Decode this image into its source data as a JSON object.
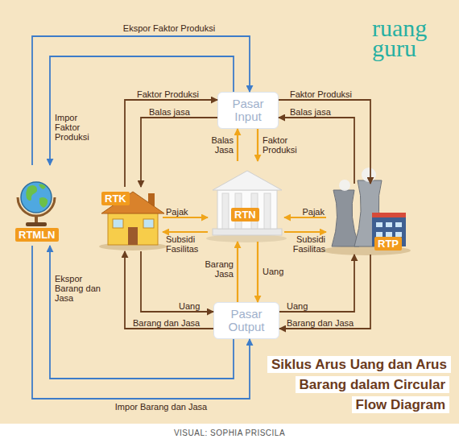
{
  "diagram": {
    "title": "Siklus Arus Uang dan Arus Barang dalam Circular Flow Diagram",
    "caption": "VISUAL: SOPHIA PRISCILA",
    "nodes": [
      {
        "text": [
          "Pasar Input"
        ]
      },
      {
        "text": [
          "RTMLN"
        ]
      },
      {
        "text": [
          "RTK"
        ]
      },
      {
        "text": [
          "RTN"
        ]
      },
      {
        "text": [
          "RTP"
        ]
      },
      {
        "text": [
          "Pasar Output"
        ]
      }
    ],
    "edges": [
      {
        "from": 1,
        "to": 0,
        "label": "Ekspor Faktor Produksi",
        "arrow": "to"
      },
      {
        "from": 0,
        "to": 1,
        "label": "Impor Faktor Produksi",
        "arrow": "to"
      },
      {
        "from": 2,
        "to": 0,
        "label": "Faktor Produksi",
        "arrow": "to"
      },
      {
        "from": 0,
        "to": 2,
        "label": "Balas jasa",
        "arrow": "to"
      },
      {
        "from": 0,
        "to": 4,
        "label": "Faktor Produksi",
        "arrow": "to"
      },
      {
        "from": 4,
        "to": 0,
        "label": "Balas jasa",
        "arrow": "to"
      },
      {
        "from": 3,
        "to": 0,
        "label": "Balas Jasa",
        "arrow": "to"
      },
      {
        "from": 0,
        "to": 3,
        "label": "Faktor Produksi",
        "arrow": "to"
      },
      {
        "from": 2,
        "to": 3,
        "label": "Pajak",
        "arrow": "to"
      },
      {
        "from": 3,
        "to": 2,
        "label": "Subsidi Fasilitas",
        "arrow": "to"
      },
      {
        "from": 4,
        "to": 3,
        "label": "Pajak",
        "arrow": "to"
      },
      {
        "from": 3,
        "to": 4,
        "label": "Subsidi Fasilitas",
        "arrow": "to"
      },
      {
        "from": 5,
        "to": 3,
        "label": "Barang Jasa",
        "arrow": "to"
      },
      {
        "from": 3,
        "to": 5,
        "label": "Uang",
        "arrow": "to"
      },
      {
        "from": 2,
        "to": 5,
        "label": "Uang",
        "arrow": "to"
      },
      {
        "from": 5,
        "to": 2,
        "label": "Barang dan Jasa",
        "arrow": "to"
      },
      {
        "from": 5,
        "to": 4,
        "label": "Uang",
        "arrow": "to"
      },
      {
        "from": 4,
        "to": 5,
        "label": "Barang dan Jasa",
        "arrow": "to"
      },
      {
        "from": 5,
        "to": 1,
        "label": "Ekspor Barang dan Jasa",
        "arrow": "to"
      },
      {
        "from": 1,
        "to": 5,
        "label": "Impor Barang dan Jasa",
        "arrow": "to"
      }
    ],
    "labels": [
      "ruang guru"
    ]
  }
}
